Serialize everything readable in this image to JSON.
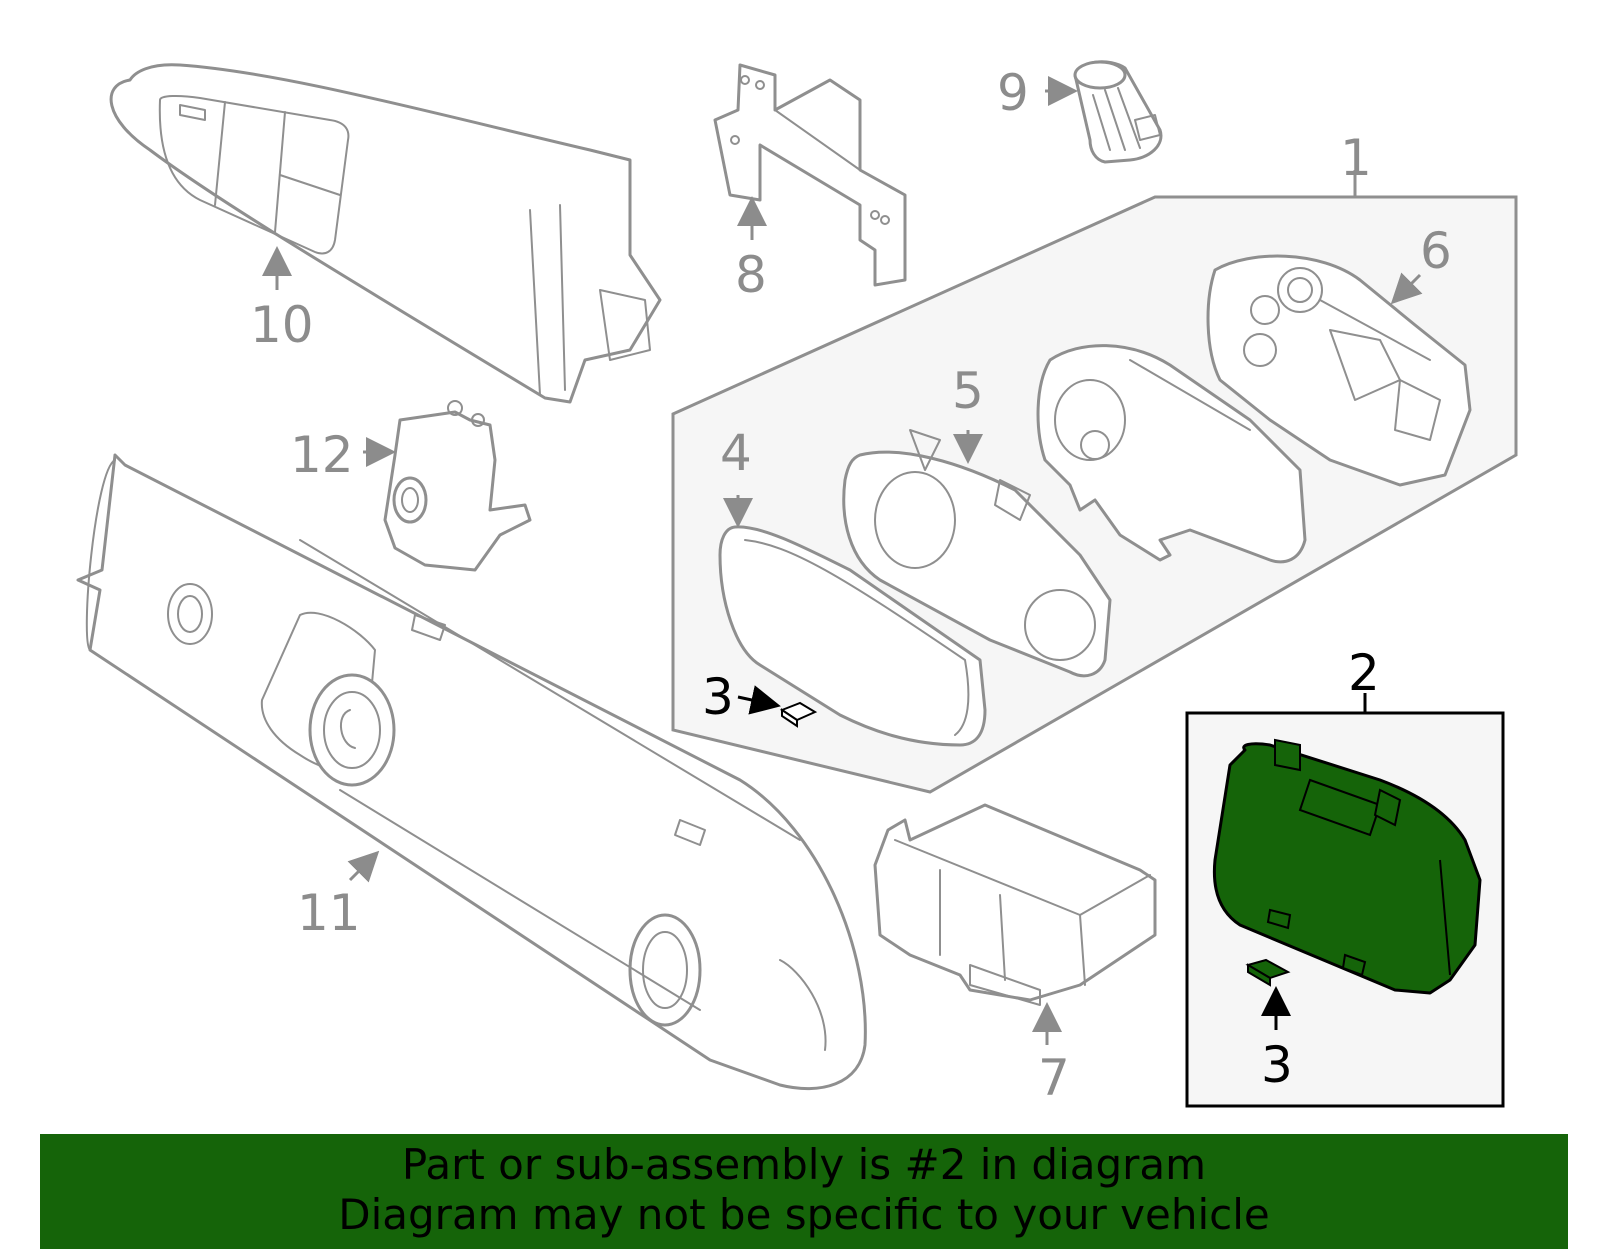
{
  "diagram": {
    "callouts": {
      "c1": "1",
      "c2": "2",
      "c3a": "3",
      "c3b": "3",
      "c4": "4",
      "c5": "5",
      "c6": "6",
      "c7": "7",
      "c8": "8",
      "c9": "9",
      "c10": "10",
      "c11": "11",
      "c12": "12"
    },
    "colors": {
      "highlight_part": "#156409",
      "banner_background": "#156409",
      "callout_grey": "#8c8c8c",
      "callout_black": "#000000",
      "group_fill": "#f6f6f6"
    }
  },
  "banner": {
    "line1": "Part or sub-assembly is #2 in diagram",
    "line2": "Diagram may not be specific to your vehicle"
  }
}
